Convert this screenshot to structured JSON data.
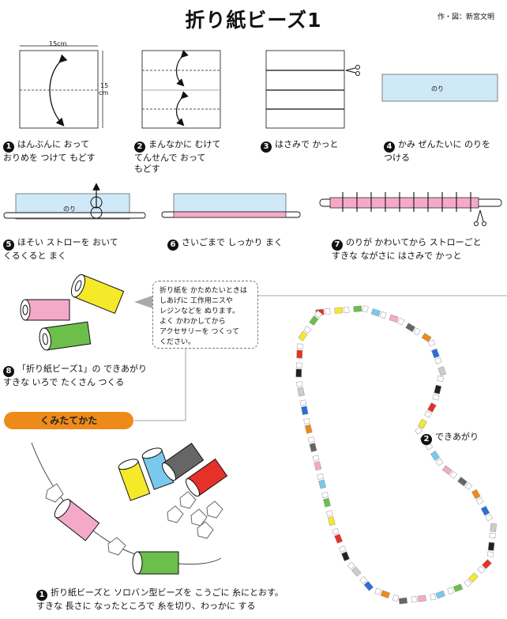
{
  "title": "折り紙ビーズ1",
  "credit": "作・図：新宮文明",
  "dims": {
    "width": "15cm",
    "height_num": "15",
    "height_unit": "cm"
  },
  "glue_label": "のり",
  "steps": [
    {
      "num": "1",
      "text": "はんぶんに おって\nおりめを つけて もどす"
    },
    {
      "num": "2",
      "text": "まんなかに むけて\nてんせんで おって\nもどす"
    },
    {
      "num": "3",
      "text": "はさみで かっと"
    },
    {
      "num": "4",
      "text": "かみ ぜんたいに のりを\nつける"
    },
    {
      "num": "5",
      "text": "ほそい ストローを おいて\nくるくると まく"
    },
    {
      "num": "6",
      "text": "さいごまで しっかり まく"
    },
    {
      "num": "7",
      "text": "のりが かわいてから ストローごと\nすきな ながさに はさみで かっと"
    },
    {
      "num": "8",
      "text": "「折り紙ビーズ1」の できあがり\nすきな いろで たくさん つくる"
    }
  ],
  "tip": "折り紙を かためたいときは\nしあげに 工作用ニスや\nレジンなどを ぬります。\nよく かわかしてから\nアクセサリーを つくって\nください。",
  "section": {
    "label": "くみたてかた"
  },
  "assembly": [
    {
      "num": "1",
      "text": "折り紙ビーズと ソロバン型ビーズを こうごに 糸にとおす。\nすきな 長さに なったところで 糸を切り、わっかに する"
    },
    {
      "num": "2",
      "text": "できあがり"
    }
  ],
  "colors": {
    "pink": "#f5a9c8",
    "yellow": "#f5ea2a",
    "green": "#6cbf4a",
    "blue": "#7ac8ee",
    "gray": "#666666",
    "red": "#e8302a",
    "lightblue": "#cfe9f8",
    "orange": "#ee8a1a"
  },
  "necklace_colors": [
    "#e8302a",
    "#f5ea2a",
    "#6cbf4a",
    "#7ac8ee",
    "#f5a9c8",
    "#666666",
    "#ee8a1a",
    "#2a6fd6",
    "#cccccc",
    "#222222"
  ]
}
